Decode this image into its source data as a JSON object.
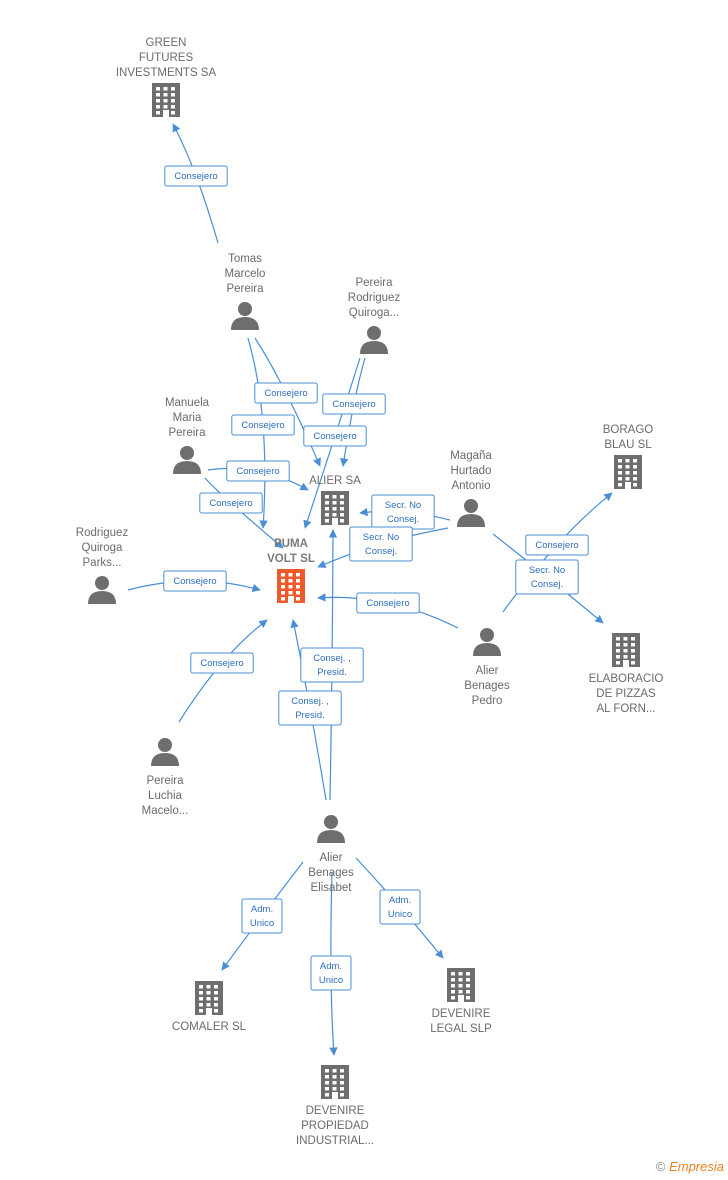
{
  "colors": {
    "edge": "#4a8fd6",
    "person": "#6e6e6e",
    "company": "#6e6e6e",
    "main": "#ee5a2a"
  },
  "nodes": [
    {
      "id": "green",
      "type": "company",
      "icon": "building-icon",
      "lines": [
        "GREEN",
        "FUTURES",
        "INVESTMENTS SA"
      ]
    },
    {
      "id": "tomas",
      "type": "person",
      "icon": "person-icon",
      "lines": [
        "Tomas",
        "Marcelo",
        "Pereira"
      ]
    },
    {
      "id": "pereiraRQ",
      "type": "person",
      "icon": "person-icon",
      "lines": [
        "Pereira",
        "Rodriguez",
        "Quiroga..."
      ]
    },
    {
      "id": "manuela",
      "type": "person",
      "icon": "person-icon",
      "lines": [
        "Manuela",
        "Maria",
        "Pereira"
      ]
    },
    {
      "id": "alier",
      "type": "company",
      "icon": "building-icon",
      "lines": [
        "ALIER SA"
      ]
    },
    {
      "id": "magana",
      "type": "person",
      "icon": "person-icon",
      "lines": [
        "Magaña",
        "Hurtado",
        "Antonio"
      ]
    },
    {
      "id": "borago",
      "type": "company",
      "icon": "building-icon",
      "lines": [
        "BORAGO",
        "BLAU  SL"
      ]
    },
    {
      "id": "rodriguez",
      "type": "person",
      "icon": "person-icon",
      "lines": [
        "Rodriguez",
        "Quiroga",
        "Parks..."
      ]
    },
    {
      "id": "puma",
      "type": "main",
      "icon": "building-icon",
      "lines": [
        "PUMA",
        "VOLT  SL"
      ]
    },
    {
      "id": "pedro",
      "type": "person",
      "icon": "person-icon",
      "lines": [
        "Alier",
        "Benages",
        "Pedro"
      ]
    },
    {
      "id": "elab",
      "type": "company",
      "icon": "building-icon",
      "lines": [
        "ELABORACIO",
        "DE PIZZAS",
        "AL FORN..."
      ]
    },
    {
      "id": "luchia",
      "type": "person",
      "icon": "person-icon",
      "lines": [
        "Pereira",
        "Luchia",
        "Macelo..."
      ]
    },
    {
      "id": "elisabet",
      "type": "person",
      "icon": "person-icon",
      "lines": [
        "Alier",
        "Benages",
        "Elisabet"
      ]
    },
    {
      "id": "comaler",
      "type": "company",
      "icon": "building-icon",
      "lines": [
        "COMALER  SL"
      ]
    },
    {
      "id": "devlegal",
      "type": "company",
      "icon": "building-icon",
      "lines": [
        "DEVENIRE",
        "LEGAL  SLP"
      ]
    },
    {
      "id": "devprop",
      "type": "company",
      "icon": "building-icon",
      "lines": [
        "DEVENIRE",
        "PROPIEDAD",
        "INDUSTRIAL..."
      ]
    }
  ],
  "edges": [
    {
      "from": "tomas",
      "to": "green",
      "label": [
        "Consejero"
      ]
    },
    {
      "from": "tomas",
      "to": "alier",
      "label": [
        "Consejero"
      ]
    },
    {
      "from": "tomas",
      "to": "puma",
      "label": [
        "Consejero"
      ]
    },
    {
      "from": "pereiraRQ",
      "to": "alier",
      "label": [
        "Consejero"
      ]
    },
    {
      "from": "pereiraRQ",
      "to": "puma",
      "label": [
        "Consejero"
      ]
    },
    {
      "from": "manuela",
      "to": "alier",
      "label": [
        "Consejero"
      ]
    },
    {
      "from": "manuela",
      "to": "puma",
      "label": [
        "Consejero"
      ]
    },
    {
      "from": "magana",
      "to": "alier",
      "label": [
        "Secr.  No",
        "Consej."
      ]
    },
    {
      "from": "magana",
      "to": "puma",
      "label": [
        "Secr.  No",
        "Consej."
      ]
    },
    {
      "from": "magana",
      "to": "elab",
      "label": [
        "Secr.  No",
        "Consej."
      ]
    },
    {
      "from": "rodriguez",
      "to": "puma",
      "label": [
        "Consejero"
      ]
    },
    {
      "from": "pedro",
      "to": "puma",
      "label": [
        "Consejero"
      ]
    },
    {
      "from": "pedro",
      "to": "borago",
      "label": [
        "Consejero"
      ]
    },
    {
      "from": "luchia",
      "to": "puma",
      "label": [
        "Consejero"
      ]
    },
    {
      "from": "elisabet",
      "to": "puma",
      "label": [
        "Consej. ,",
        "Presid."
      ]
    },
    {
      "from": "elisabet",
      "to": "alier",
      "label": [
        "Consej. ,",
        "Presid."
      ]
    },
    {
      "from": "elisabet",
      "to": "comaler",
      "label": [
        "Adm.",
        "Unico"
      ]
    },
    {
      "from": "elisabet",
      "to": "devprop",
      "label": [
        "Adm.",
        "Unico"
      ]
    },
    {
      "from": "elisabet",
      "to": "devlegal",
      "label": [
        "Adm.",
        "Unico"
      ]
    }
  ],
  "watermark": {
    "symbol": "©",
    "brand": "Empresia"
  }
}
